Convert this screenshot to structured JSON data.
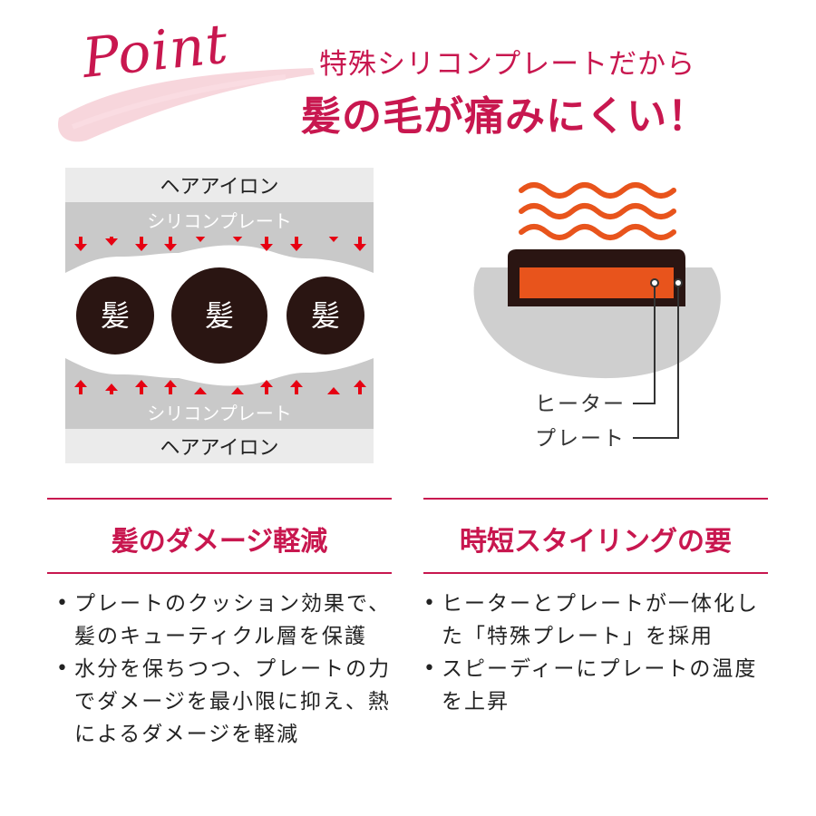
{
  "header": {
    "point_word": "Point",
    "sub_headline": "特殊シリコンプレートだから",
    "main_headline": "髪の毛が痛みにくい！"
  },
  "left_diagram": {
    "iron_label_top": "ヘアアイロン",
    "silicone_label_top": "シリコンプレート",
    "hair_labels": [
      "髪",
      "髪",
      "髪"
    ],
    "silicone_label_bottom": "シリコンプレート",
    "iron_label_bottom": "ヘアアイロン"
  },
  "right_diagram": {
    "heater_label": "ヒーター",
    "plate_label": "プレート"
  },
  "sections": [
    {
      "title": "髪のダメージ軽減",
      "bullets": [
        "プレートのクッション効果で、髪のキューティクル層を保護",
        "水分を保ちつつ、プレートの力でダメージを最小限に抑え、熱によるダメージを軽減"
      ]
    },
    {
      "title": "時短スタイリングの要",
      "bullets": [
        "ヒーターとプレートが一体化した「特殊プレート」を採用",
        "スピーディーにプレートの温度を上昇"
      ]
    }
  ],
  "colors": {
    "accent": "#c8174f",
    "arrow_red": "#e60012",
    "heater_orange": "#e8541c",
    "hair_dark": "#2a1512",
    "silicone_gray": "#c9c9c9",
    "iron_gray": "#ebebeb",
    "body_gray": "#cfcfcf"
  }
}
